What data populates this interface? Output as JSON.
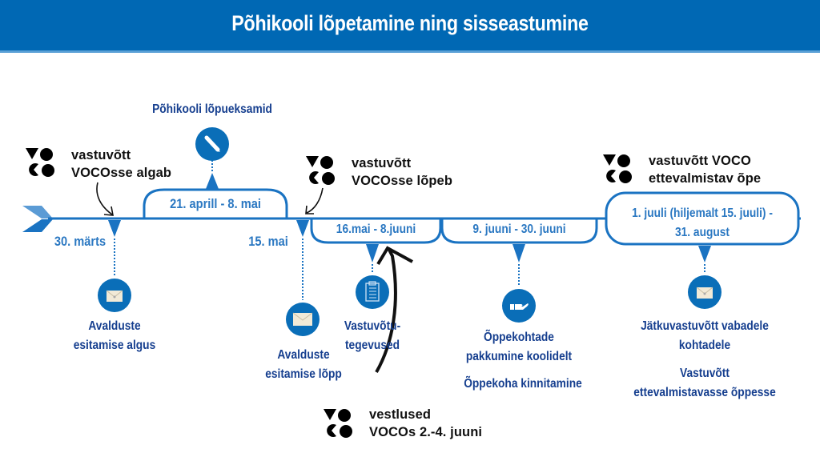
{
  "header": {
    "title": "Põhikooli lõpetamine ning sisseastumine"
  },
  "colors": {
    "primary": "#0068b4",
    "timeline": "#1a73c2",
    "label": "#163f8f",
    "date": "#2b78c2"
  },
  "milestones": [
    {
      "date": "30. märts",
      "label_lines": [
        "Avalduste",
        "esitamise algus"
      ],
      "icon": "open-envelope-icon"
    },
    {
      "date": "21. aprill - 8. mai",
      "label_lines": [
        "Põhikooli lõpueksamid"
      ],
      "icon": "pen-icon"
    },
    {
      "date": "15. mai",
      "label_lines": [
        "Avalduste",
        "esitamise lõpp"
      ],
      "icon": "envelope-icon"
    },
    {
      "date": "16.mai - 8.juuni",
      "label_lines": [
        "Vastuvõtu-",
        "tegevused"
      ],
      "icon": "clipboard-checklist-icon"
    },
    {
      "date": "9. juuni - 30. juuni",
      "label_lines": [
        "Õppekohtade",
        "pakkumine koolidelt"
      ],
      "extra": "Õppekoha kinnitamine",
      "icon": "hand-offer-icon"
    },
    {
      "date_lines": [
        "1. juuli (hiljemalt 15. juuli) -",
        "31. august"
      ],
      "label_lines": [
        "Jätkuvastuvõtt vabadele",
        "kohtadele"
      ],
      "extra_lines": [
        "Vastuvõtt",
        "ettevalmistavasse õppesse"
      ],
      "icon": "open-envelope-icon"
    }
  ],
  "voco_notes": [
    {
      "lines": [
        "vastuvõtt",
        "VOCOsse algab"
      ]
    },
    {
      "lines": [
        "vastuvõtt",
        "VOCOsse lõpeb"
      ]
    },
    {
      "lines": [
        "vastuvõtt VOCO",
        "ettevalmistav õpe"
      ]
    },
    {
      "lines": [
        "vestlused",
        "VOCOs 2.-4. juuni"
      ]
    }
  ]
}
